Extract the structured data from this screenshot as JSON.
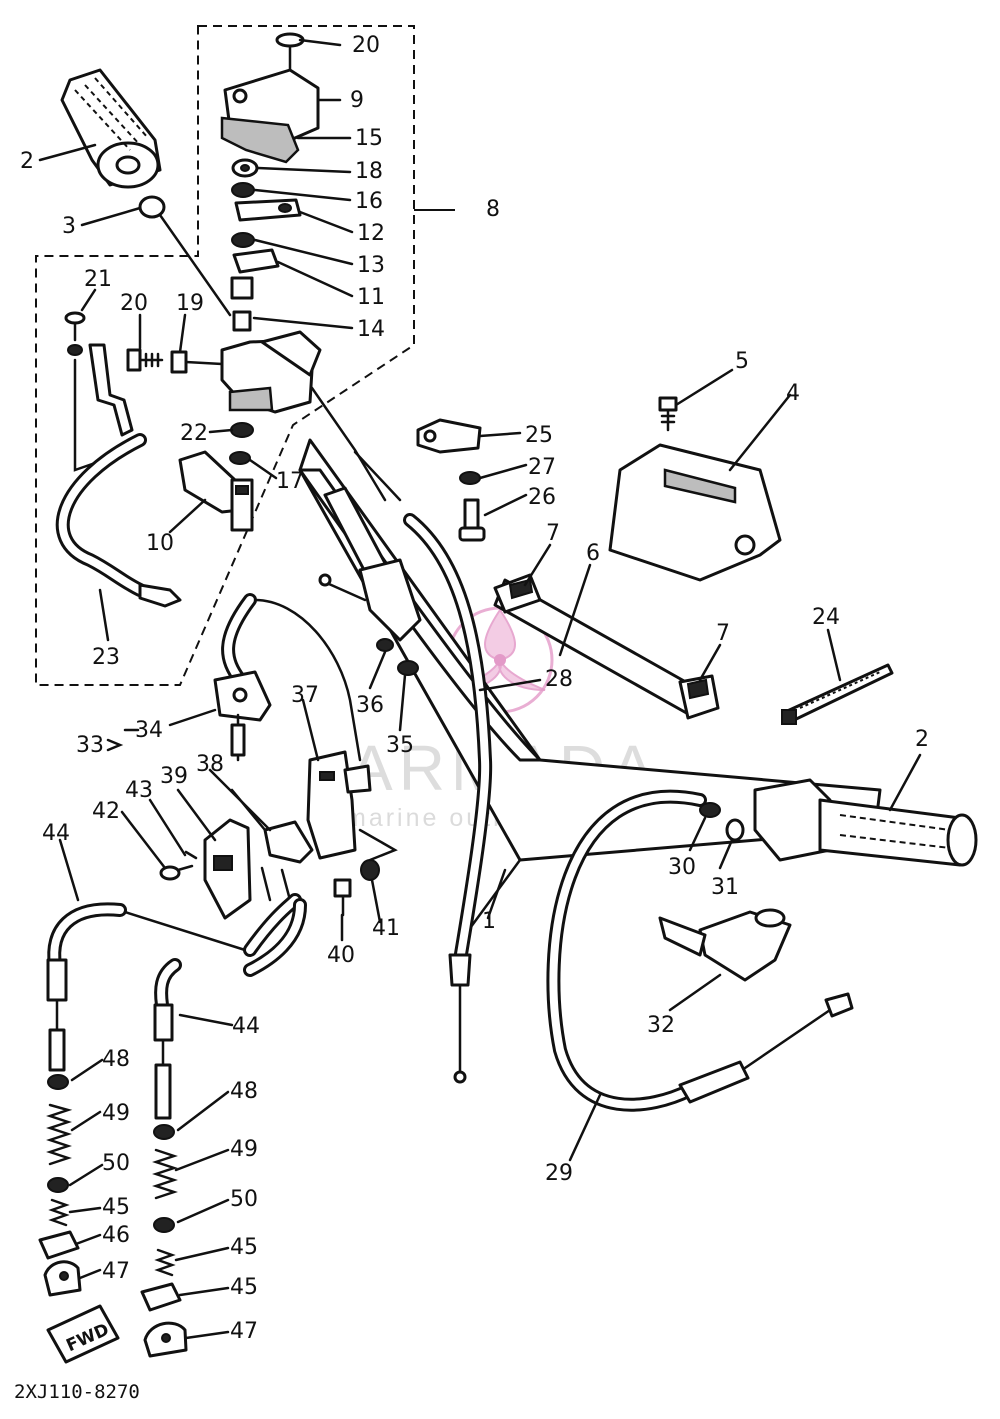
{
  "diagram_code": "2XJ110-8270",
  "watermark": {
    "brand": "ARMADA",
    "tagline": "marine outboards",
    "accent_color": "#e39ac8"
  },
  "callouts": [
    {
      "id": "c20a",
      "text": "20"
    },
    {
      "id": "c9",
      "text": "9"
    },
    {
      "id": "c15",
      "text": "15"
    },
    {
      "id": "c18",
      "text": "18"
    },
    {
      "id": "c16",
      "text": "16"
    },
    {
      "id": "c12",
      "text": "12"
    },
    {
      "id": "c13",
      "text": "13"
    },
    {
      "id": "c11",
      "text": "11"
    },
    {
      "id": "c14",
      "text": "14"
    },
    {
      "id": "c8",
      "text": "8"
    },
    {
      "id": "c2a",
      "text": "2"
    },
    {
      "id": "c3",
      "text": "3"
    },
    {
      "id": "c21",
      "text": "21"
    },
    {
      "id": "c20b",
      "text": "20"
    },
    {
      "id": "c19",
      "text": "19"
    },
    {
      "id": "c22",
      "text": "22"
    },
    {
      "id": "c17",
      "text": "17"
    },
    {
      "id": "c10",
      "text": "10"
    },
    {
      "id": "c23",
      "text": "23"
    },
    {
      "id": "c5",
      "text": "5"
    },
    {
      "id": "c4",
      "text": "4"
    },
    {
      "id": "c25",
      "text": "25"
    },
    {
      "id": "c27",
      "text": "27"
    },
    {
      "id": "c26",
      "text": "26"
    },
    {
      "id": "c7a",
      "text": "7"
    },
    {
      "id": "c6",
      "text": "6"
    },
    {
      "id": "c7b",
      "text": "7"
    },
    {
      "id": "c24",
      "text": "24"
    },
    {
      "id": "c28",
      "text": "28"
    },
    {
      "id": "c36",
      "text": "36"
    },
    {
      "id": "c35",
      "text": "35"
    },
    {
      "id": "c2b",
      "text": "2"
    },
    {
      "id": "c37",
      "text": "37"
    },
    {
      "id": "c33",
      "text": "33"
    },
    {
      "id": "c34",
      "text": "34"
    },
    {
      "id": "c38",
      "text": "38"
    },
    {
      "id": "c39",
      "text": "39"
    },
    {
      "id": "c43",
      "text": "43"
    },
    {
      "id": "c42",
      "text": "42"
    },
    {
      "id": "c44a",
      "text": "44"
    },
    {
      "id": "c30",
      "text": "30"
    },
    {
      "id": "c31",
      "text": "31"
    },
    {
      "id": "c1",
      "text": "1"
    },
    {
      "id": "c40",
      "text": "40"
    },
    {
      "id": "c41",
      "text": "41"
    },
    {
      "id": "c32",
      "text": "32"
    },
    {
      "id": "c44b",
      "text": "44"
    },
    {
      "id": "c48a",
      "text": "48"
    },
    {
      "id": "c48b",
      "text": "48"
    },
    {
      "id": "c49a",
      "text": "49"
    },
    {
      "id": "c49b",
      "text": "49"
    },
    {
      "id": "c50a",
      "text": "50"
    },
    {
      "id": "c50b",
      "text": "50"
    },
    {
      "id": "c45a",
      "text": "45"
    },
    {
      "id": "c45b",
      "text": "45"
    },
    {
      "id": "c46",
      "text": "46"
    },
    {
      "id": "c45c",
      "text": "45"
    },
    {
      "id": "c47a",
      "text": "47"
    },
    {
      "id": "c47b",
      "text": "47"
    },
    {
      "id": "c29",
      "text": "29"
    }
  ],
  "fwd_tag": "FWD"
}
